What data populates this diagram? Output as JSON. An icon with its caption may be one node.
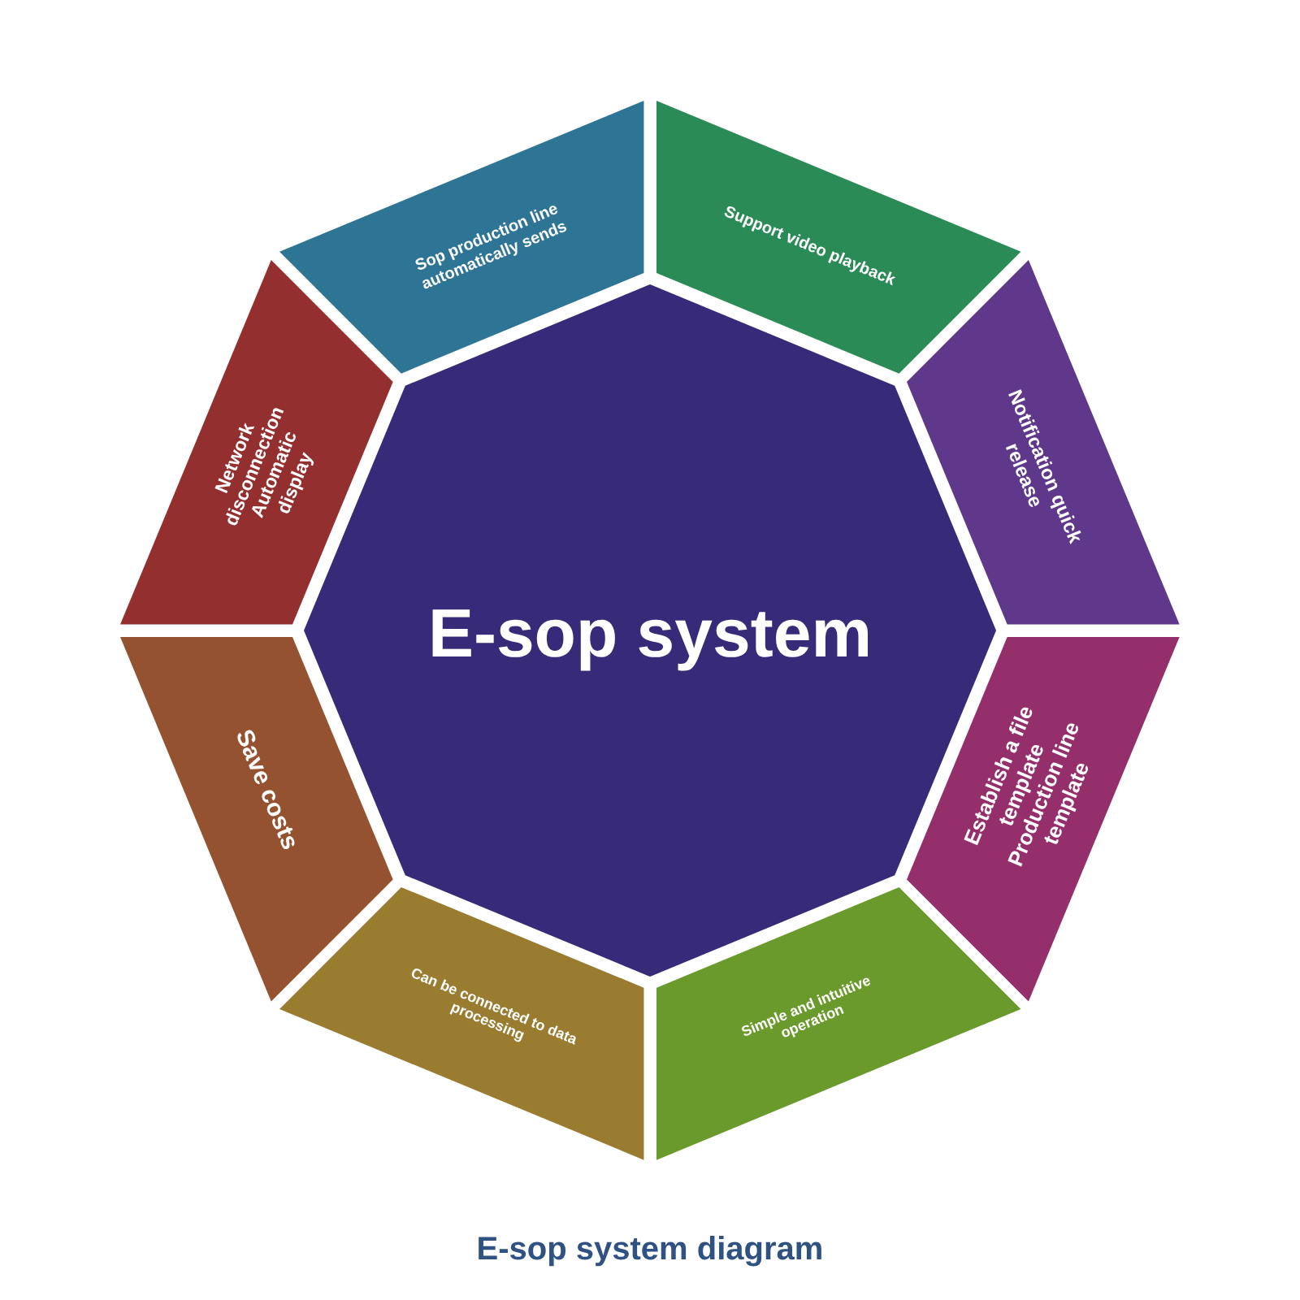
{
  "diagram": {
    "caption": "E-sop system diagram",
    "nodes": [
      {
        "text": [
          "E-sop system"
        ]
      },
      {
        "text": [
          "Sop production line automatically sends"
        ]
      },
      {
        "text": [
          "Support video playback"
        ]
      },
      {
        "text": [
          "Notification quick release"
        ]
      },
      {
        "text": [
          "Establish a file template Production line template"
        ]
      },
      {
        "text": [
          "Simple and intuitive operation"
        ]
      },
      {
        "text": [
          "Can be connected to data processing"
        ]
      },
      {
        "text": [
          "Save costs"
        ]
      },
      {
        "text": [
          "Network disconnection Automatic display"
        ]
      }
    ]
  }
}
